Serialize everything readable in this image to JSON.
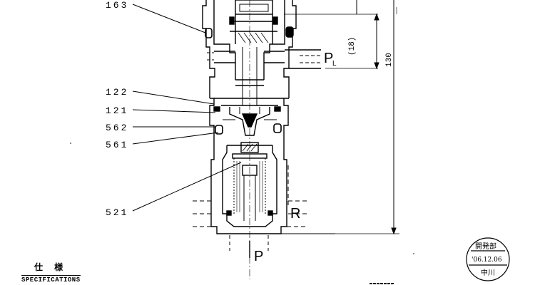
{
  "labels": {
    "l163": "163",
    "l122": "122",
    "l121": "121",
    "l562": "562",
    "l561": "561",
    "l521": "521"
  },
  "ports": {
    "pl_main": "P",
    "pl_sub": "L",
    "r": "R",
    "p": "P"
  },
  "dimensions": {
    "d18": "(18)",
    "d130": "130"
  },
  "specifications": {
    "heading_jp": "仕 様",
    "heading_en": "SPECIFICATIONS"
  },
  "stamp": {
    "line1": "開発部",
    "line2": "'06.12.06",
    "line3": "中川"
  }
}
